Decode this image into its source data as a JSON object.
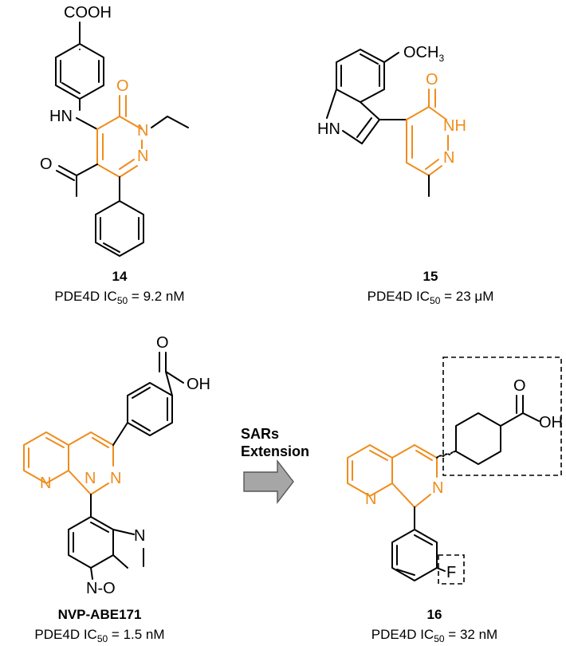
{
  "compounds": [
    {
      "id": "14",
      "activity_prefix": "PDE4D IC",
      "activity_sub": "50",
      "activity_value": " = 9.2 nM"
    },
    {
      "id": "15",
      "activity_prefix": "PDE4D IC",
      "activity_sub": "50",
      "activity_value": " = 23 μM"
    },
    {
      "id": "NVP-ABE171",
      "activity_prefix": "PDE4D IC",
      "activity_sub": "50",
      "activity_value": " = 1.5 nM"
    },
    {
      "id": "16",
      "activity_prefix": "PDE4D IC",
      "activity_sub": "50",
      "activity_value": " = 32 nM"
    }
  ],
  "arrow": {
    "line1": "SARs",
    "line2": "Extension"
  },
  "atoms": {
    "cooh": "COOH",
    "hn": "HN",
    "o": "O",
    "n": "N",
    "nh": "NH",
    "och3": "OCH",
    "och3_sub": "3",
    "oh": "OH",
    "ring_o": "N-O",
    "f": "F"
  },
  "colors": {
    "scaffold": "#ef8c1c",
    "bond": "#000000",
    "arrow_fill": "#a6a6a6"
  }
}
